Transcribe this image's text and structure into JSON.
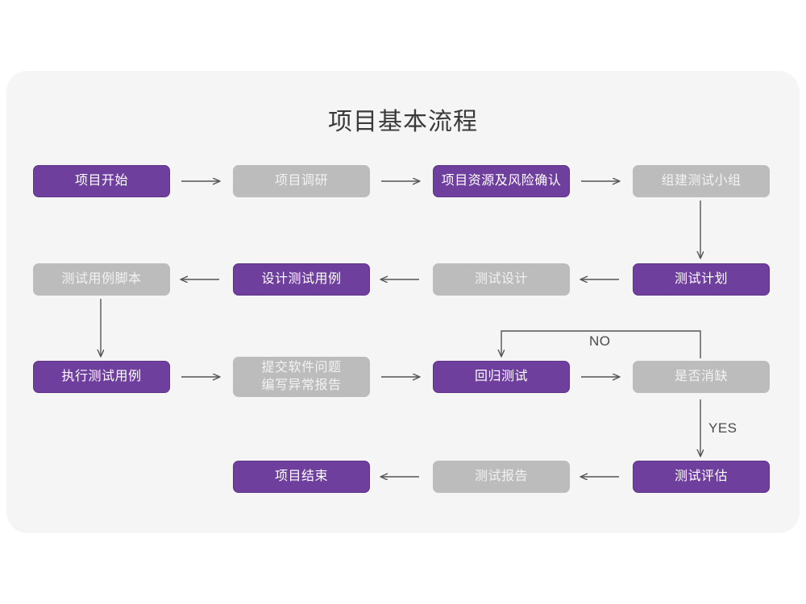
{
  "title": "项目基本流程",
  "colors": {
    "page_background": "#ffffff",
    "card_background": "#f5f5f5",
    "node_purple": "#6f3f9e",
    "node_gray": "#bcbcbc",
    "purple_text": "#ffffff",
    "gray_text": "#f2f2f2",
    "connector": "#555555",
    "title_text": "#3a3a3a"
  },
  "nodes": {
    "n1": {
      "label": "项目开始",
      "style": "purple"
    },
    "n2": {
      "label": "项目调研",
      "style": "gray"
    },
    "n3": {
      "label": "项目资源及风险确认",
      "style": "purple"
    },
    "n4": {
      "label": "组建测试小组",
      "style": "gray"
    },
    "n5": {
      "label": "测试用例脚本",
      "style": "gray"
    },
    "n6": {
      "label": "设计测试用例",
      "style": "purple"
    },
    "n7": {
      "label": "测试设计",
      "style": "gray"
    },
    "n8": {
      "label": "测试计划",
      "style": "purple"
    },
    "n9": {
      "label": "执行测试用例",
      "style": "purple"
    },
    "n10": {
      "label": "提交软件问题\n编写异常报告",
      "style": "gray"
    },
    "n11": {
      "label": "回归测试",
      "style": "purple"
    },
    "n12": {
      "label": "是否消缺",
      "style": "gray"
    },
    "n13": {
      "label": "项目结束",
      "style": "purple"
    },
    "n14": {
      "label": "测试报告",
      "style": "gray"
    },
    "n15": {
      "label": "测试评估",
      "style": "purple"
    }
  },
  "edge_labels": {
    "no": "NO",
    "yes": "YES"
  }
}
